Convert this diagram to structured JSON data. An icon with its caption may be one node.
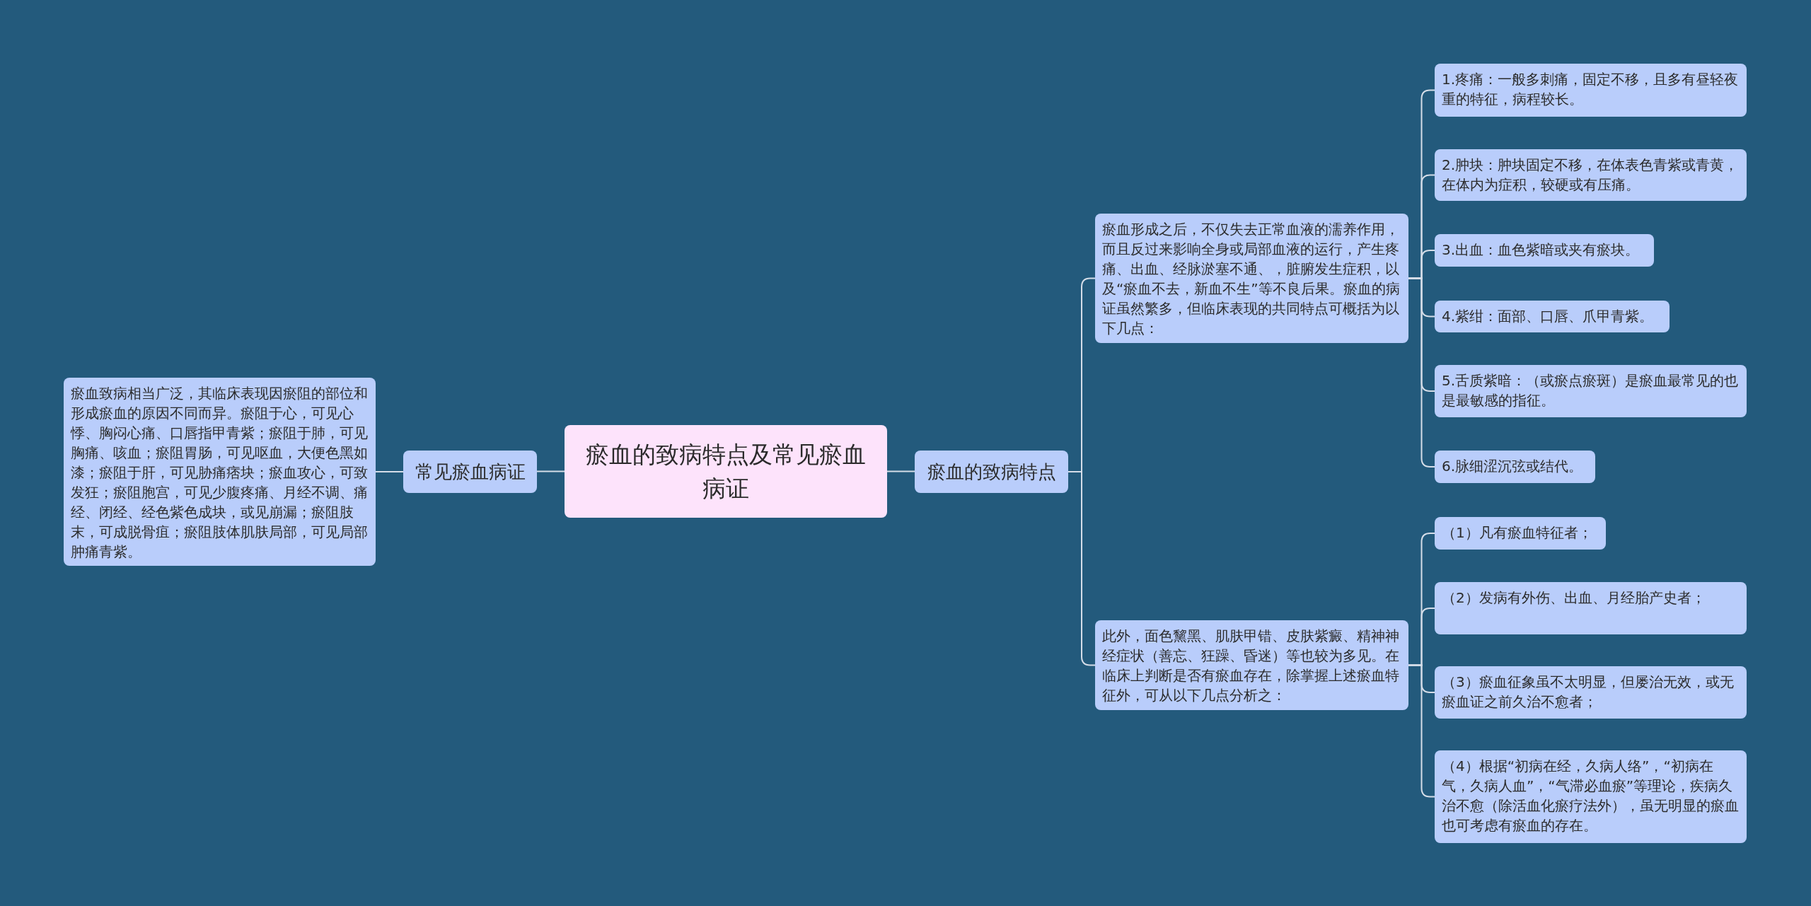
{
  "diagram": {
    "nodes": [
      {
        "text": [
          "瘀血的致病特点及常见瘀血病证"
        ]
      },
      {
        "text": [
          "常见瘀血病证"
        ]
      },
      {
        "text": [
          "瘀血致病相当广泛，其临床表现因瘀阻的部位和形成瘀血的原因不同而异。瘀阻于心，可见心悸、胸闷心痛、口唇指甲青紫；瘀阻于肺，可见胸痛、咳血；瘀阻胃肠，可见呕血，大便色黑如漆；瘀阻于肝，可见胁痛痞块；瘀血攻心，可致发狂；瘀阻胞宫，可见少腹疼痛、月经不调、痛经、闭经、经色紫色成块，或见崩漏；瘀阻肢末，可成脱骨疽；瘀阻肢体肌肤局部，可见局部肿痛青紫。"
        ]
      },
      {
        "text": [
          "瘀血的致病特点"
        ]
      },
      {
        "text": [
          "瘀血形成之后，不仅失去正常血液的濡养作用，而且反过来影响全身或局部血液的运行，产生疼痛、出血、经脉淤塞不通、，脏腑发生症积，以及“瘀血不去，新血不生”等不良后果。瘀血的病证虽然繁多，但临床表现的共同特点可概括为以下几点："
        ]
      },
      {
        "text": [
          "此外，面色黧黑、肌肤甲错、皮肤紫癜、精神神经症状（善忘、狂躁、昏迷）等也较为多见。在临床上判断是否有瘀血存在，除掌握上述瘀血特征外，可从以下几点分析之："
        ]
      },
      {
        "text": [
          "1.疼痛：一般多刺痛，固定不移，且多有昼轻夜重的特征，病程较长。"
        ]
      },
      {
        "text": [
          "2.肿块：肿块固定不移，在体表色青紫或青黄，在体内为症积，较硬或有压痛。"
        ]
      },
      {
        "text": [
          "3.出血：血色紫暗或夹有瘀块。"
        ]
      },
      {
        "text": [
          "4.紫绀：面部、口唇、爪甲青紫。"
        ]
      },
      {
        "text": [
          "5.舌质紫暗：（或瘀点瘀斑）是瘀血最常见的也是最敏感的指征。"
        ]
      },
      {
        "text": [
          "6.脉细涩沉弦或结代。"
        ]
      },
      {
        "text": [
          "（1）凡有瘀血特征者；"
        ]
      },
      {
        "text": [
          "（2）发病有外伤、出血、月经胎产史者；"
        ]
      },
      {
        "text": [
          "（3）瘀血征象虽不太明显，但屡治无效，或无瘀血证之前久治不愈者；"
        ]
      },
      {
        "text": [
          "（4）根据“初病在经，久病人络”，“初病在气，久病人血”，“气滞必血瘀”等理论，疾病久治不愈（除活血化瘀疗法外），虽无明显的瘀血也可考虑有瘀血的存在。"
        ]
      }
    ],
    "edges": [
      {
        "from": 0,
        "to": 1,
        "arrow": "none"
      },
      {
        "from": 1,
        "to": 2,
        "arrow": "none"
      },
      {
        "from": 0,
        "to": 3,
        "arrow": "none"
      },
      {
        "from": 3,
        "to": 4,
        "arrow": "none"
      },
      {
        "from": 3,
        "to": 5,
        "arrow": "none"
      },
      {
        "from": 4,
        "to": 6,
        "arrow": "none"
      },
      {
        "from": 4,
        "to": 7,
        "arrow": "none"
      },
      {
        "from": 4,
        "to": 8,
        "arrow": "none"
      },
      {
        "from": 4,
        "to": 9,
        "arrow": "none"
      },
      {
        "from": 4,
        "to": 10,
        "arrow": "none"
      },
      {
        "from": 4,
        "to": 11,
        "arrow": "none"
      },
      {
        "from": 5,
        "to": 12,
        "arrow": "none"
      },
      {
        "from": 5,
        "to": 13,
        "arrow": "none"
      },
      {
        "from": 5,
        "to": 14,
        "arrow": "none"
      },
      {
        "from": 5,
        "to": 15,
        "arrow": "none"
      }
    ]
  }
}
